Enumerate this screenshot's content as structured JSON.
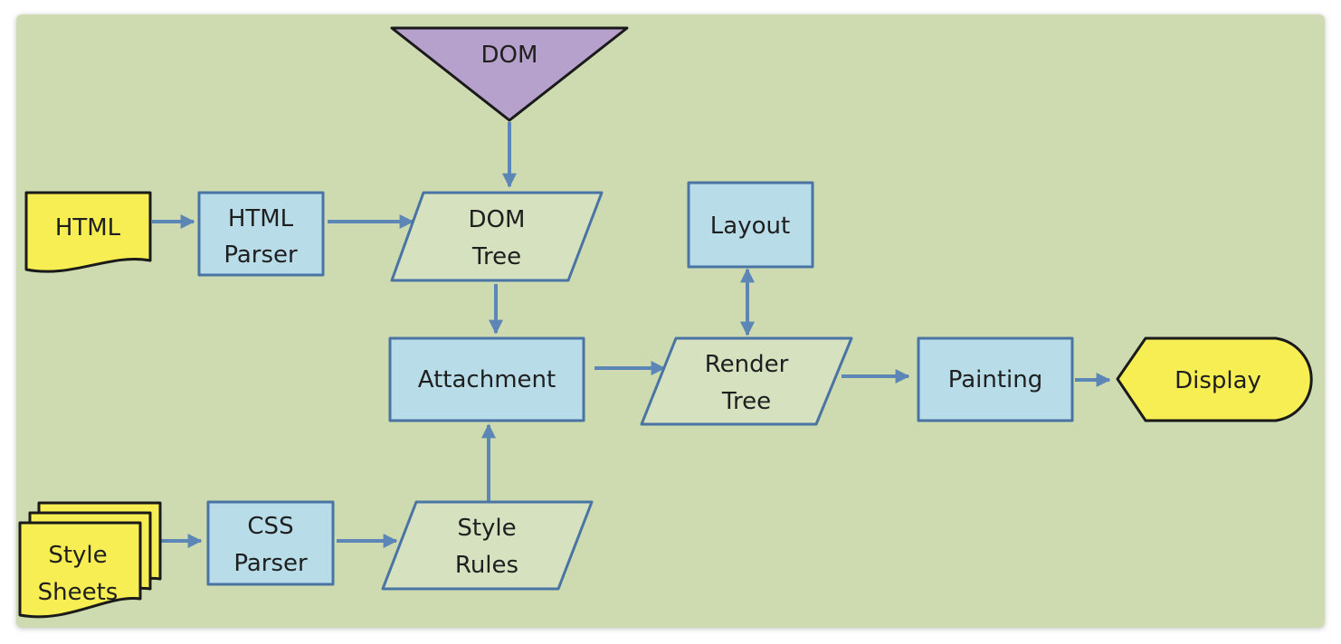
{
  "colors": {
    "background": "#cedab0",
    "arrow": "#5b86b5",
    "node_border": "#4a74a4",
    "process_fill": "#b8dce8",
    "data_fill": "#d6e1c0",
    "io_fill": "#f6ee52",
    "dom_fill": "#b6a1cc"
  },
  "nodes": {
    "dom": "DOM",
    "html": "HTML",
    "html_parser": [
      "HTML",
      "Parser"
    ],
    "dom_tree": [
      "DOM",
      "Tree"
    ],
    "layout": "Layout",
    "attachment": "Attachment",
    "render_tree": [
      "Render",
      "Tree"
    ],
    "painting": "Painting",
    "display": "Display",
    "style_sheets": [
      "Style",
      "Sheets"
    ],
    "css_parser": [
      "CSS",
      "Parser"
    ],
    "style_rules": [
      "Style",
      "Rules"
    ]
  }
}
